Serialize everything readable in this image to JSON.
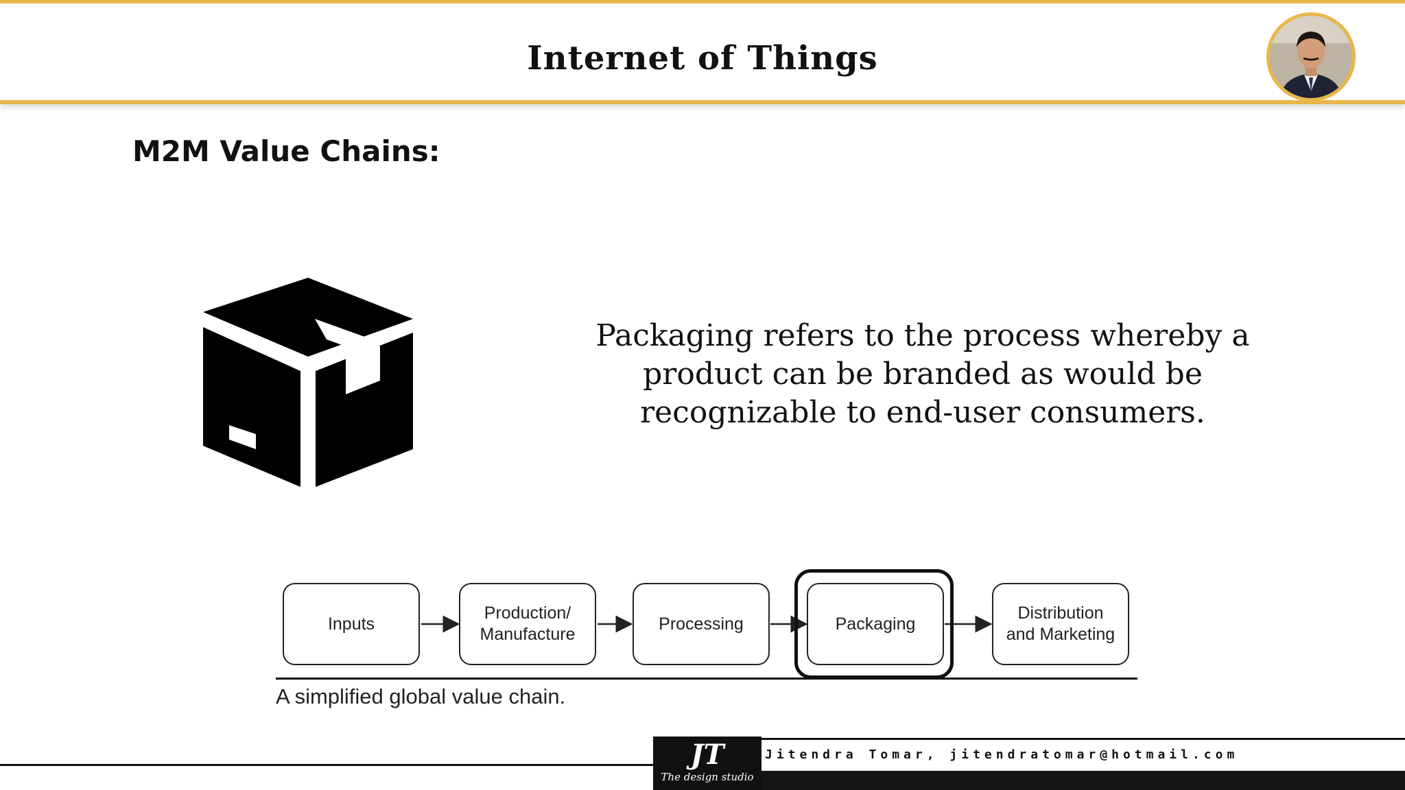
{
  "header": {
    "title": "Internet of Things",
    "avatar_icon": "presenter-photo",
    "accent_color": "#e9b64a"
  },
  "section": {
    "subheading": "M2M Value Chains:"
  },
  "illustration": {
    "icon": "package-box-icon"
  },
  "description": "Packaging refers to the process whereby a product can be branded as would be recognizable to end-user consumers.",
  "value_chain": {
    "stages": [
      "Inputs",
      "Production/\nManufacture",
      "Processing",
      "Packaging",
      "Distribution\nand Marketing"
    ],
    "highlighted": "Packaging",
    "caption": "A simplified global value chain."
  },
  "footer": {
    "logo_text": "JT",
    "logo_tagline": "The design studio",
    "credit": "Jitendra Tomar, jitendratomar@hotmail.com"
  }
}
